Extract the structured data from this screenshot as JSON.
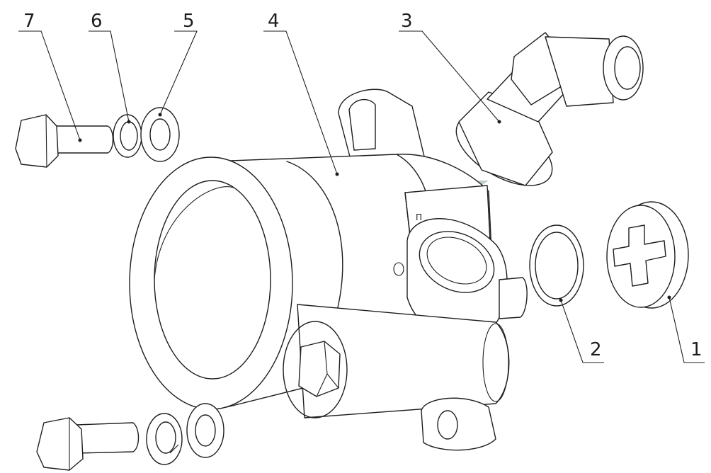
{
  "callouts": {
    "c1": "1",
    "c2": "2",
    "c3": "3",
    "c4": "4",
    "c5": "5",
    "c6": "6",
    "c7": "7"
  },
  "part_mark": "П",
  "watermark_color": "#b9c4c2",
  "line_color": "#1e1e1e"
}
